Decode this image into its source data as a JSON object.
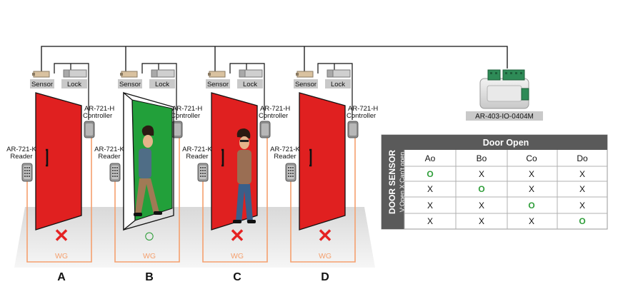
{
  "labels": {
    "sensor": "Sensor",
    "lock": "Lock",
    "controller_line1": "AR-721-H",
    "controller_line2": "Controller",
    "reader_line1": "AR-721-K",
    "reader_line2": "Reader",
    "wiegand": "WG",
    "io_module": "AR-403-IO-0404M"
  },
  "doors": [
    {
      "id": "A",
      "state": "closed",
      "mark": "✕"
    },
    {
      "id": "B",
      "state": "open",
      "mark": "○"
    },
    {
      "id": "C",
      "state": "closed",
      "mark": "✕"
    },
    {
      "id": "D",
      "state": "closed",
      "mark": "✕"
    }
  ],
  "table": {
    "title": "Door Open",
    "side_title": "DOOR SENSOR",
    "side_legend": "V:Open  X:Can't open",
    "headers": [
      "Ao",
      "Bo",
      "Co",
      "Do"
    ],
    "rows": [
      [
        "O",
        "X",
        "X",
        "X"
      ],
      [
        "X",
        "O",
        "X",
        "X"
      ],
      [
        "X",
        "X",
        "O",
        "X"
      ],
      [
        "X",
        "X",
        "X",
        "O"
      ]
    ]
  },
  "colors": {
    "door_red": "#e02020",
    "door_green": "#22a03a",
    "wire_orange": "#f5a06e",
    "mark_red": "#e52222",
    "mark_green": "#2f9e3a",
    "table_header": "#5a5a5a"
  }
}
